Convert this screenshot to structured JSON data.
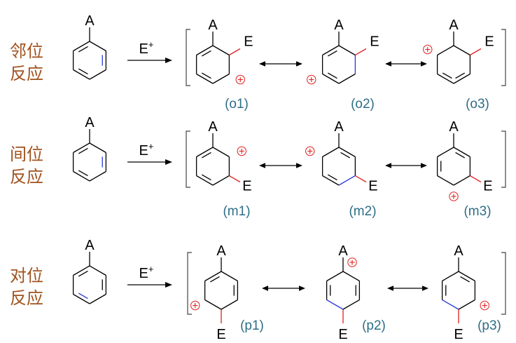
{
  "rows": [
    {
      "key": "ortho",
      "label_lines": [
        "邻位",
        "反应"
      ],
      "reagent": "E",
      "reagent_charge": "+",
      "substituent": "A",
      "electrophile": "E",
      "labels": [
        "(o1)",
        "(o2)",
        "(o3)"
      ]
    },
    {
      "key": "meta",
      "label_lines": [
        "间位",
        "反应"
      ],
      "reagent": "E",
      "reagent_charge": "+",
      "substituent": "A",
      "electrophile": "E",
      "labels": [
        "(m1)",
        "(m2)",
        "(m3)"
      ]
    },
    {
      "key": "para",
      "label_lines": [
        "对位",
        "反应"
      ],
      "reagent": "E",
      "reagent_charge": "+",
      "substituent": "A",
      "electrophile": "E",
      "labels": [
        "(p1)",
        "(p2)",
        "(p3)"
      ]
    }
  ],
  "colors": {
    "row_label": "#a0521e",
    "product_label": "#2e6e86",
    "new_bond": "#e02020",
    "shifted_bond": "#2a3ad8",
    "charge": "#e02020"
  },
  "symbols": {
    "resonance_arrow": "double-headed-arrow",
    "reaction_arrow": "right-arrow",
    "charge_mark": "circled-plus"
  }
}
